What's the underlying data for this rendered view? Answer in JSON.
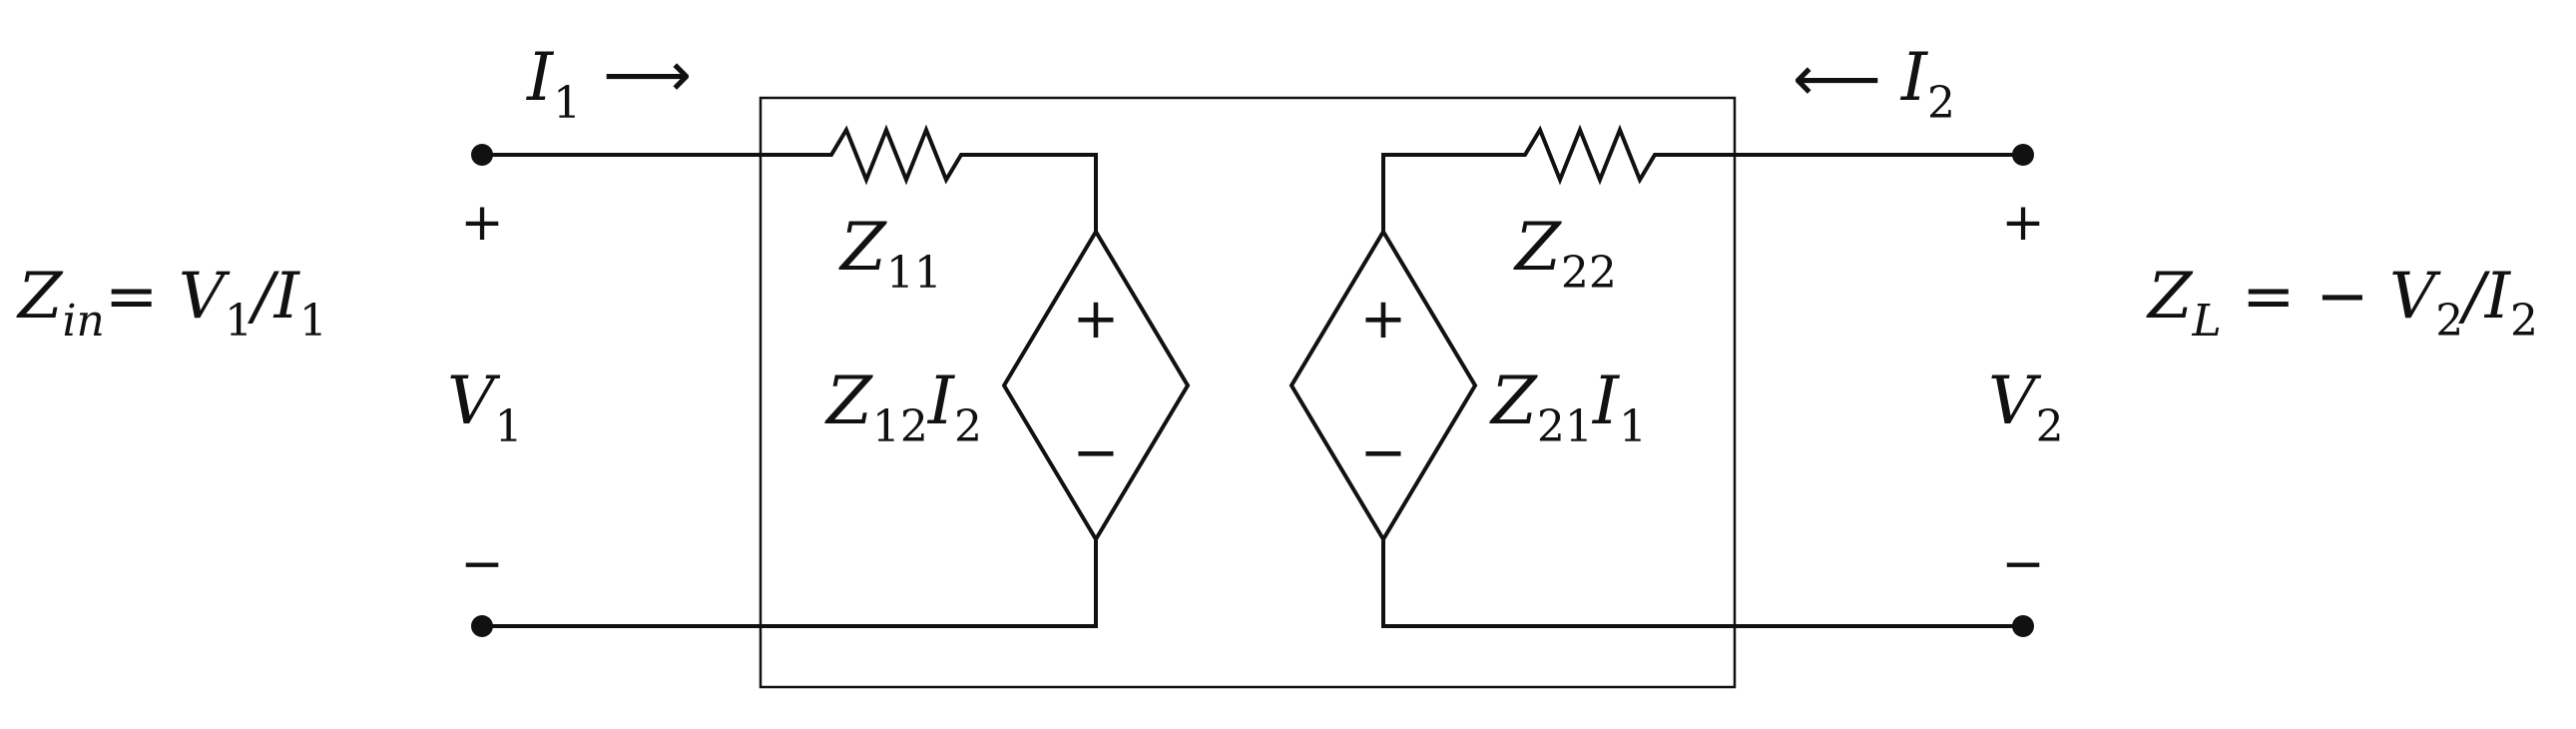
{
  "labels": {
    "zin": {
      "main": "Z",
      "sub": "in",
      "rest": "= V",
      "rest_sub": "1",
      "tail": "/I",
      "tail_sub": "1"
    },
    "zl": {
      "main": "Z",
      "sub": "L",
      "rest": " = − V",
      "rest_sub": "2",
      "tail": "/I",
      "tail_sub": "2"
    },
    "i1": {
      "main": "I",
      "sub": "1",
      "arrow": "⟶"
    },
    "i2": {
      "arrow": "⟵",
      "main": "I",
      "sub": "2"
    },
    "v1": {
      "main": "V",
      "sub": "1"
    },
    "v2": {
      "main": "V",
      "sub": "2"
    },
    "z11": {
      "main": "Z",
      "sub": "11"
    },
    "z22": {
      "main": "Z",
      "sub": "22"
    },
    "z12i2": {
      "main": "Z",
      "sub": "12",
      "main2": "I",
      "sub2": "2"
    },
    "z21i1": {
      "main": "Z",
      "sub": "21",
      "main2": "I",
      "sub2": "1"
    }
  },
  "signs": {
    "plus": "+",
    "minus": "−"
  }
}
